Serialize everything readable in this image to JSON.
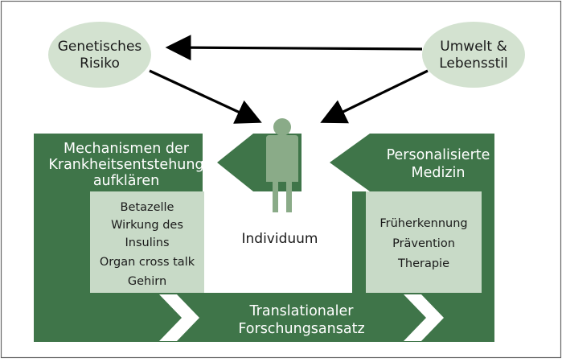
{
  "nodes": {
    "genetic_risk": {
      "lines": [
        "Genetisches",
        "Risiko"
      ]
    },
    "environment": {
      "lines": [
        "Umwelt &",
        "Lebensstil"
      ]
    },
    "individual": {
      "label": "Individuum"
    }
  },
  "banners": {
    "mechanisms": {
      "lines": [
        "Mechanismen der",
        "Krankheitsentstehung",
        "aufklären"
      ]
    },
    "personalized": {
      "lines": [
        "Personalisierte",
        "Medizin"
      ]
    },
    "translational": {
      "lines": [
        "Translationaler",
        "Forschungsansatz"
      ]
    }
  },
  "lists": {
    "mechanisms_topics": [
      "Betazelle",
      "Wirkung des",
      "Insulins",
      "Organ cross talk",
      "Gehirn"
    ],
    "medicine_topics": [
      "Früherkennung",
      "Prävention",
      "Therapie"
    ]
  },
  "colors": {
    "dark_green": "#3f7549",
    "light_green": "#c8dac7",
    "ellipse_green": "#d3e2d0",
    "figure_green": "#8aab88",
    "frame_gray": "#666666",
    "arrow_black": "#000000"
  }
}
